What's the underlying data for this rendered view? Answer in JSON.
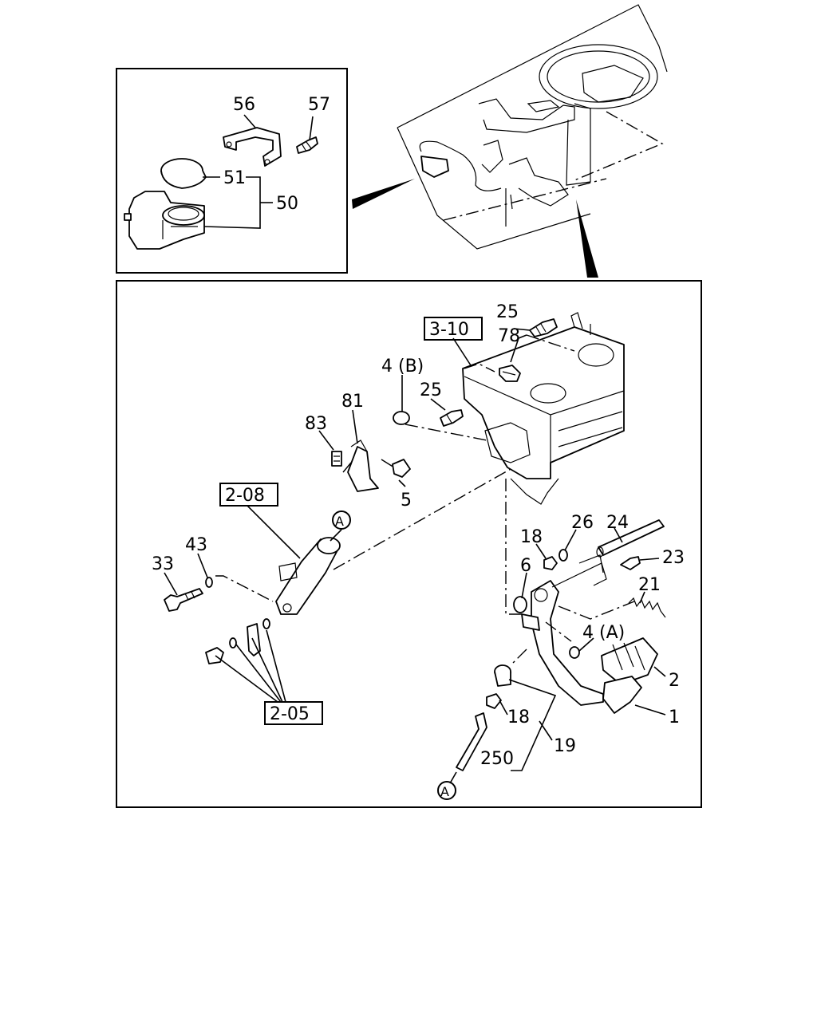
{
  "diagram": {
    "inset_labels": {
      "p56": "56",
      "p57": "57",
      "p51": "51",
      "p50": "50"
    },
    "ref_boxes": {
      "r3_10": "3-10",
      "r2_08": "2-08",
      "r2_05": "2-05"
    },
    "marker_label": "A",
    "labels": {
      "p25a": "25",
      "p78": "78",
      "p4b": "4 (B)",
      "p25b": "25",
      "p81": "81",
      "p83": "83",
      "p5": "5",
      "p43": "43",
      "p33": "33",
      "p18a": "18",
      "p26": "26",
      "p24": "24",
      "p23": "23",
      "p6": "6",
      "p21": "21",
      "p4a": "4 (A)",
      "p2": "2",
      "p1": "1",
      "p18b": "18",
      "p19": "19",
      "p250": "250"
    }
  }
}
